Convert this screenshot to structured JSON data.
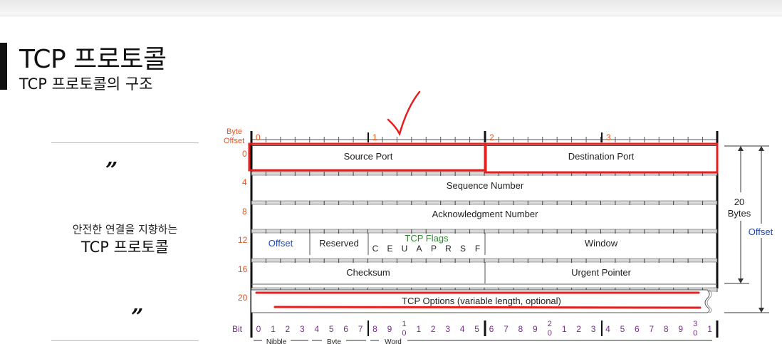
{
  "slide": {
    "title": "TCP 프로토콜",
    "subtitle": "TCP 프로토콜의 구조",
    "quote_open": "”",
    "quote_close": "”",
    "side_text_line1": "안전한 연결을 지향하는",
    "side_text_line2": "TCP 프로토콜"
  },
  "diagram": {
    "byte_offset_label_1": "Byte",
    "byte_offset_label_2": "Offset",
    "byte_ticks": [
      "0",
      "1",
      "2",
      "3"
    ],
    "row_offsets": [
      "0",
      "4",
      "8",
      "12",
      "16",
      "20"
    ],
    "fields": {
      "source_port": "Source Port",
      "destination_port": "Destination Port",
      "sequence_number": "Sequence Number",
      "acknowledgment_number": "Acknowledgment Number",
      "offset": "Offset",
      "reserved": "Reserved",
      "tcp_flags": "TCP Flags",
      "flags": [
        "C",
        "E",
        "U",
        "A",
        "P",
        "R",
        "S",
        "F"
      ],
      "window": "Window",
      "checksum": "Checksum",
      "urgent_pointer": "Urgent Pointer",
      "tcp_options": "TCP Options (variable length, optional)"
    },
    "right_labels": {
      "size_value": "20",
      "size_unit": "Bytes",
      "offset": "Offset"
    },
    "bit_label": "Bit",
    "bit_numbers": [
      "0",
      "1",
      "2",
      "3",
      "4",
      "5",
      "6",
      "7",
      "8",
      "9",
      "1|0",
      "1",
      "2",
      "3",
      "4",
      "5",
      "6",
      "7",
      "8",
      "9",
      "2|0",
      "1",
      "2",
      "3",
      "4",
      "5",
      "6",
      "7",
      "8",
      "9",
      "3|0",
      "1"
    ],
    "units": {
      "nibble": "Nibble",
      "byte": "Byte",
      "word": "Word"
    },
    "colors": {
      "orange_label": "#e8531c",
      "purple_label": "#7a2a8e",
      "blue_label": "#1a46c8",
      "green_label": "#2d8a2d",
      "annotation_red": "#e61e1e"
    }
  }
}
